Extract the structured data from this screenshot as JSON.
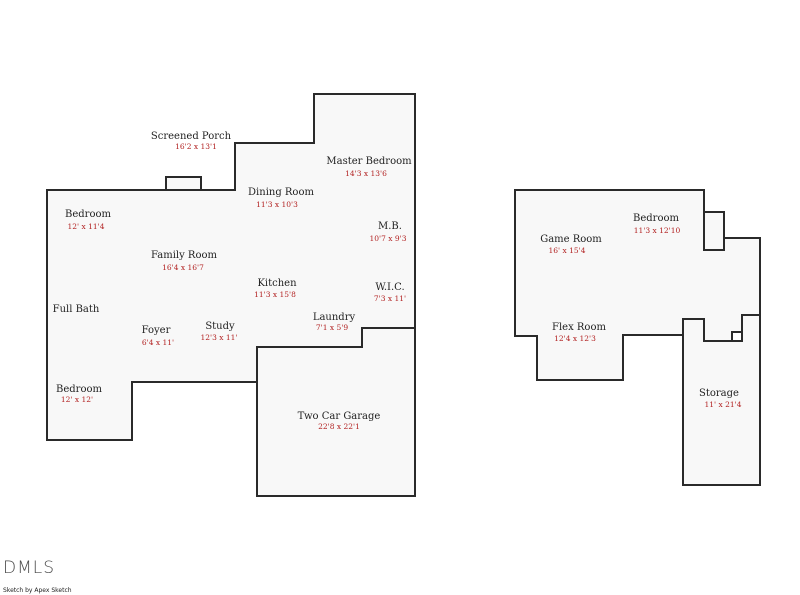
{
  "accent_color": "#b22222",
  "rooms": [
    {
      "id": "screened-porch",
      "name": "Screened Porch",
      "dim": "16'2 x 13'1"
    },
    {
      "id": "master-bedroom",
      "name": "Master Bedroom",
      "dim": "14'3 x 13'6"
    },
    {
      "id": "dining-room",
      "name": "Dining Room",
      "dim": "11'3 x 10'3"
    },
    {
      "id": "bedroom-1",
      "name": "Bedroom",
      "dim": "12' x 11'4"
    },
    {
      "id": "mb",
      "name": "M.B.",
      "dim": "10'7 x 9'3"
    },
    {
      "id": "family-room",
      "name": "Family Room",
      "dim": "16'4 x 16'7"
    },
    {
      "id": "kitchen",
      "name": "Kitchen",
      "dim": "11'3 x 15'8"
    },
    {
      "id": "wic",
      "name": "W.I.C.",
      "dim": "7'3 x 11'"
    },
    {
      "id": "full-bath",
      "name": "Full Bath",
      "dim": ""
    },
    {
      "id": "laundry",
      "name": "Laundry",
      "dim": "7'1 x 5'9"
    },
    {
      "id": "foyer",
      "name": "Foyer",
      "dim": "6'4 x 11'"
    },
    {
      "id": "study",
      "name": "Study",
      "dim": "12'3 x 11'"
    },
    {
      "id": "bedroom-2",
      "name": "Bedroom",
      "dim": "12' x 12'"
    },
    {
      "id": "two-car-garage",
      "name": "Two Car Garage",
      "dim": "22'8 x 22'1"
    },
    {
      "id": "game-room",
      "name": "Game Room",
      "dim": "16' x 15'4"
    },
    {
      "id": "bedroom-3",
      "name": "Bedroom",
      "dim": "11'3 x 12'10"
    },
    {
      "id": "flex-room",
      "name": "Flex Room",
      "dim": "12'4 x 12'3"
    },
    {
      "id": "storage",
      "name": "Storage",
      "dim": "11' x 21'4"
    }
  ],
  "footer": {
    "brand": "DMLS",
    "credit": "Sketch by Apex Sketch"
  }
}
